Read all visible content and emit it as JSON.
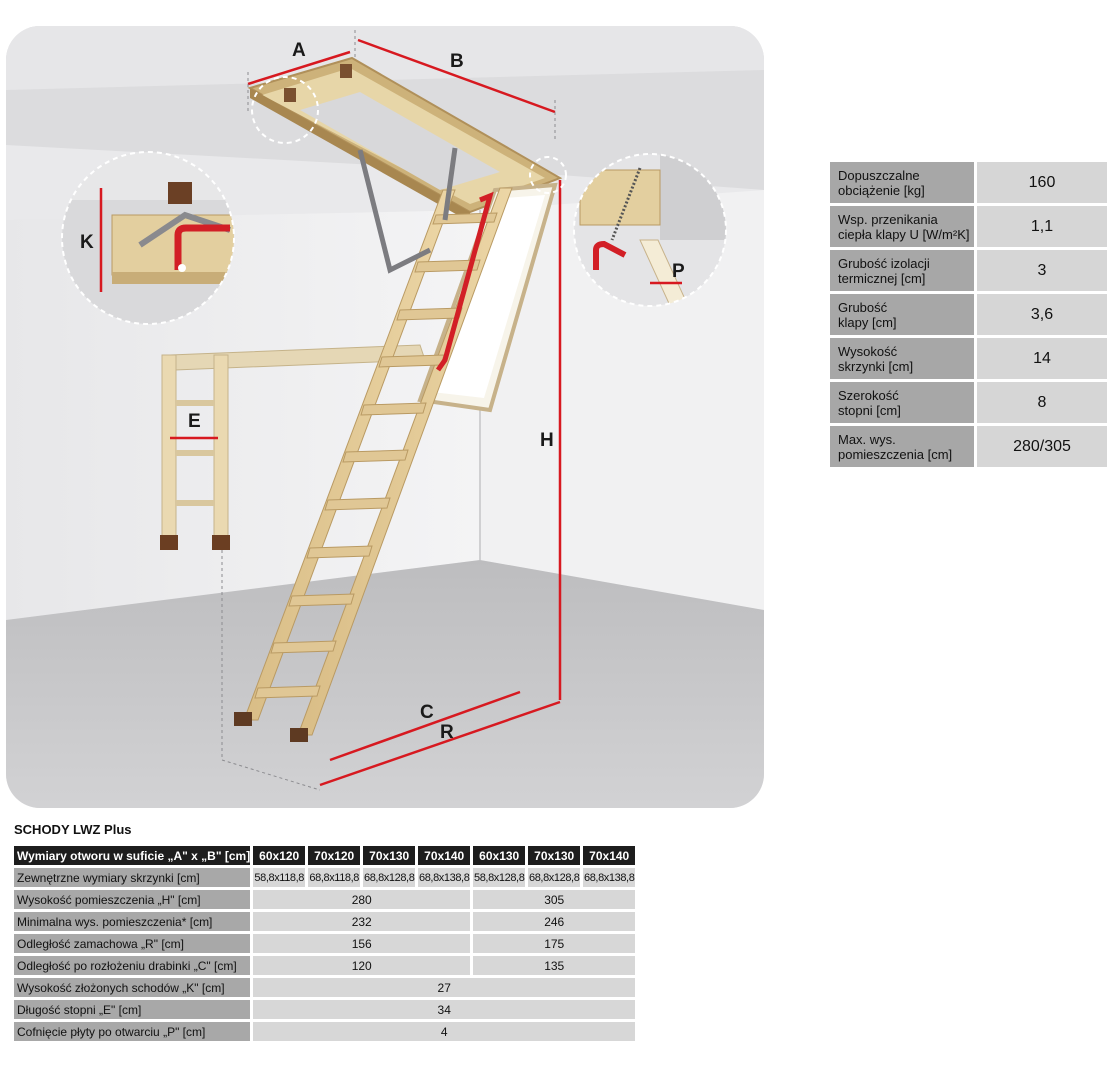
{
  "labels": {
    "A": "A",
    "B": "B",
    "K": "K",
    "P": "P",
    "E": "E",
    "H": "H",
    "C": "C",
    "R": "R"
  },
  "spec_table": [
    {
      "label_l1": "Dopuszczalne",
      "label_l2": "obciążenie [kg]",
      "value": "160"
    },
    {
      "label_l1": "Wsp. przenikania",
      "label_l2": "ciepła klapy U [W/m²K]",
      "value": "1,1"
    },
    {
      "label_l1": "Grubość izolacji",
      "label_l2": "termicznej [cm]",
      "value": "3"
    },
    {
      "label_l1": "Grubość",
      "label_l2": "klapy [cm]",
      "value": "3,6"
    },
    {
      "label_l1": "Wysokość",
      "label_l2": "skrzynki [cm]",
      "value": "14"
    },
    {
      "label_l1": "Szerokość",
      "label_l2": "stopni [cm]",
      "value": "8"
    },
    {
      "label_l1": "Max. wys.",
      "label_l2": "pomieszczenia [cm]",
      "value": "280/305"
    }
  ],
  "bottom": {
    "title": "SCHODY LWZ Plus",
    "header_label": "Wymiary otworu w suficie „A\" x „B\" [cm]",
    "sizes": [
      "60x120",
      "70x120",
      "70x130",
      "70x140",
      "60x130",
      "70x130",
      "70x140"
    ],
    "outer_label": "Zewnętrzne wymiary skrzynki [cm]",
    "outer_values": [
      "58,8x118,8",
      "68,8x118,8",
      "68,8x128,8",
      "68,8x138,8",
      "58,8x128,8",
      "68,8x128,8",
      "68,8x138,8"
    ],
    "rows_split": [
      {
        "label": "Wysokość pomieszczenia „H\" [cm]",
        "left": "280",
        "right": "305"
      },
      {
        "label": "Minimalna wys. pomieszczenia* [cm]",
        "left": "232",
        "right": "246"
      },
      {
        "label": "Odległość zamachowa „R\" [cm]",
        "left": "156",
        "right": "175"
      },
      {
        "label": "Odległość po rozłożeniu drabinki „C\" [cm]",
        "left": "120",
        "right": "135"
      }
    ],
    "rows_full": [
      {
        "label": "Wysokość złożonych schodów „K\" [cm]",
        "value": "27"
      },
      {
        "label": "Długość stopni „E\" [cm]",
        "value": "34"
      },
      {
        "label": "Cofnięcie płyty po otwarciu „P\" [cm]",
        "value": "4"
      }
    ]
  }
}
